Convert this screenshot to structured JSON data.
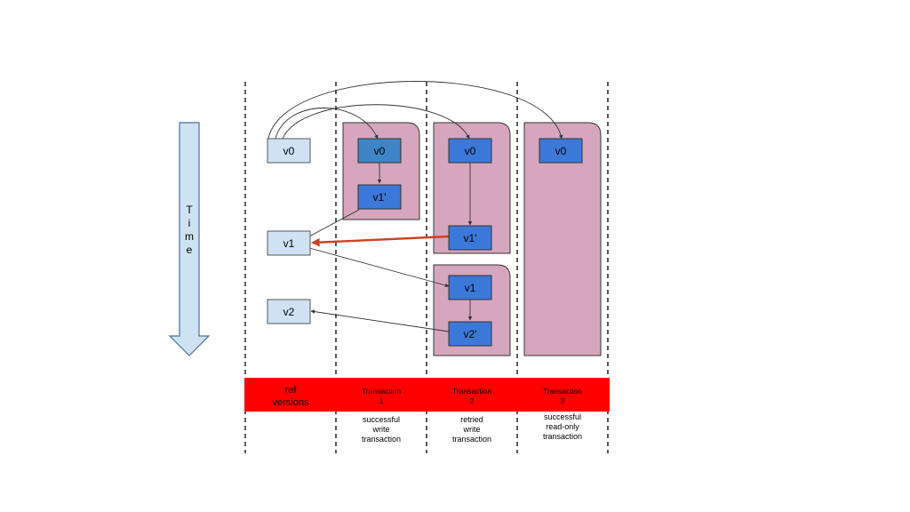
{
  "time_arrow": {
    "label": "Time"
  },
  "ref_versions": {
    "v0": "v0",
    "v1": "v1",
    "v2": "v2"
  },
  "transaction1": {
    "box_v0": "v0",
    "box_v1": "v1'"
  },
  "transaction2": {
    "first_v0": "v0",
    "first_v1": "v1'",
    "retry_v1": "v1",
    "retry_v2": "v2'"
  },
  "transaction3": {
    "box_v0": "v0"
  },
  "header_bar": {
    "ref_line1": "ref",
    "ref_line2": "versions",
    "t1_line1": "Transaction",
    "t1_line2": "1",
    "t2_line1": "Transaction",
    "t2_line2": "2",
    "t3_line1": "Transaction",
    "t3_line2": "3"
  },
  "captions": {
    "t1": [
      "successful",
      "write",
      "transaction"
    ],
    "t2": [
      "retried",
      "write",
      "transaction"
    ],
    "t3": [
      "successful",
      "read-only",
      "transaction"
    ]
  },
  "colors": {
    "bar_red": "#ff0000",
    "pink": "#d5a6bd",
    "light_box": "#cfe2f3",
    "dark_box": "#3c78d8",
    "steel_box": "#3d85c6",
    "red_arrow": "#cc4125"
  }
}
